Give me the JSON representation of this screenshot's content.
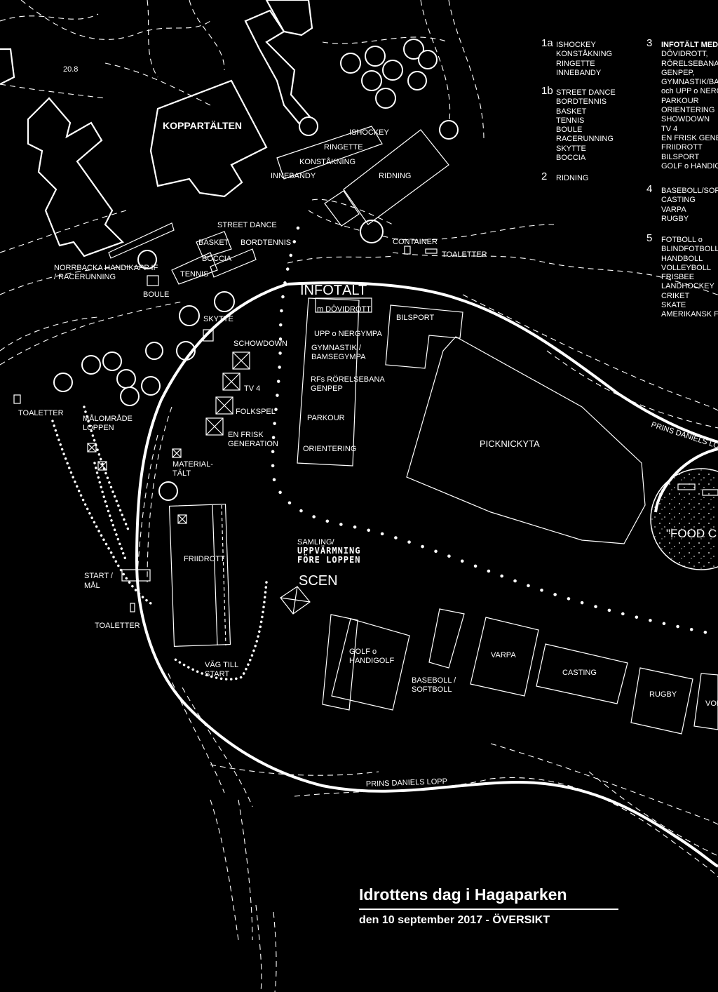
{
  "legend": [
    {
      "num": "1a",
      "first": "ISHOCKEY",
      "items": [
        "KONSTÅKNING",
        "RINGETTE",
        "INNEBANDY"
      ]
    },
    {
      "num": "1b",
      "first": "STREET DANCE",
      "items": [
        "BORDTENNIS",
        "BASKET",
        "TENNIS",
        "BOULE",
        "RACERUNNING",
        "SKYTTE",
        "BOCCIA"
      ]
    },
    {
      "num": "2",
      "first": "RIDNING",
      "items": []
    },
    {
      "num": "3",
      "first": "INFOTÄLT MED",
      "items": [
        "DÖVIDROTT,",
        "RÖRELSEBANA,",
        "GENPEP,",
        "GYMNASTIK/BAMSEGYMPA",
        "och UPP o NERGYMPA",
        "PARKOUR",
        "ORIENTERING",
        "SHOWDOWN",
        "TV 4",
        "EN FRISK GENERATION",
        "FRIIDROTT",
        "BILSPORT",
        "GOLF o HANDIGOLF"
      ]
    },
    {
      "num": "4",
      "first": "BASEBOLL/SOFTBOLL",
      "items": [
        "CASTING",
        "VARPA",
        "RUGBY"
      ]
    },
    {
      "num": "5",
      "first": "FOTBOLL o",
      "items": [
        "BLINDFOTBOLL",
        "HANDBOLL",
        "VOLLEYBOLL",
        "FRISBEE",
        "LANDHOCKEY",
        "CRIKET",
        "SKATE",
        "AMERIKANSK FOTBOLL"
      ]
    }
  ],
  "map_labels": {
    "elevation": "20.8",
    "kopparttalten": "KOPPARTÄLTEN",
    "ishockey": "ISHOCKEY",
    "ringette": "RINGETTE",
    "konstakning": "KONSTÅKNING",
    "innebandy": "INNEBANDY",
    "ridning": "RIDNING",
    "street_dance": "STREET DANCE",
    "basket": "BASKET",
    "bordtennis": "BORDTENNIS",
    "boccia": "BOCCIA",
    "tennis": "TENNIS",
    "norrbacka_1": "NORRBACKA HANDIKAPP IF",
    "norrbacka_2": "/ RACERUNNING",
    "boule": "BOULE",
    "container": "CONTAINER",
    "toaletter_top": "TOALETTER",
    "infotalt": "INFOTÄLT",
    "dovidrott": "m DÖVIDROTT",
    "skytte": "SKYTTE",
    "bilsport": "BILSPORT",
    "upp_nergympa": "UPP o NERGYMPA",
    "gymnastik_1": "GYMNASTIK /",
    "gymnastik_2": "BAMSEGYMPA",
    "rorelsebana_1": "RFs RÖRELSEBANA",
    "rorelsebana_2": "GENPEP",
    "parkour": "PARKOUR",
    "orientering": "ORIENTERING",
    "showdown": "SCHOWDOWN",
    "tv4": "TV 4",
    "folkspel": "FOLKSPEL",
    "frisk_1": "EN FRISK",
    "frisk_2": "GENERATION",
    "toaletter_left": "TOALETTER",
    "malomrade_1": "MÅLOMRÅDE",
    "malomrade_2": "LOPPEN",
    "material_1": "MATERIAL-",
    "material_2": "TÄLT",
    "picknickyta": "PICKNICKYTA",
    "prins_daniels_lo": "PRINS DANIELS LO",
    "food": "\"FOOD C",
    "samling": "SAMLING/",
    "uppvarmning_1": "UPPVÄRMNING",
    "uppvarmning_2": "FÖRE LOPPEN",
    "scen": "SCEN",
    "friidrott": "FRIIDROTT",
    "start_1": "START /",
    "start_2": "MÅL",
    "toaletter_bottom": "TOALETTER",
    "vag_1": "VÄG TILL",
    "vag_2": "START",
    "golf_1": "GOLF o",
    "golf_2": "HANDIGOLF",
    "baseboll_1": "BASEBOLL /",
    "baseboll_2": "SOFTBOLL",
    "varpa": "VARPA",
    "casting": "CASTING",
    "rugby": "RUGBY",
    "vol": "VOL",
    "prins_daniels_lopp": "PRINS DANIELS LOPP"
  },
  "title": {
    "main": "Idrottens dag i Hagaparken",
    "sub": "den  10 september 2017 - ÖVERSIKT"
  }
}
